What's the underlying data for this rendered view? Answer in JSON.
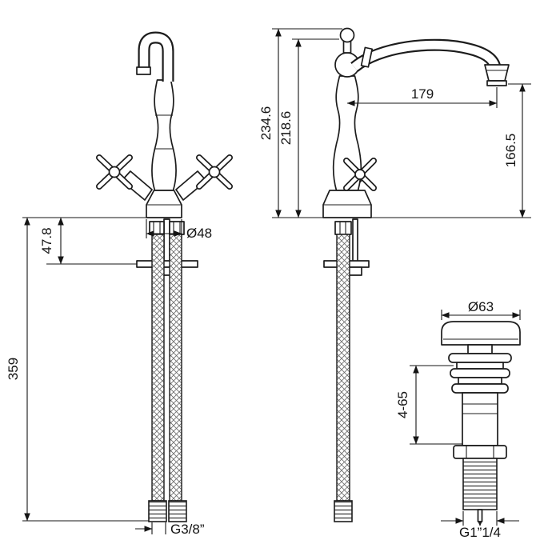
{
  "views": {
    "front": {
      "dim_height_upper": "47.8",
      "dim_height_total": "359",
      "dim_base_diameter": "Ø48",
      "dim_hose_thread": "G3/8”"
    },
    "side": {
      "dim_height_max": "234.6",
      "dim_height_spout": "218.6",
      "dim_spout_reach": "179",
      "dim_spout_height": "166.5"
    },
    "drain": {
      "dim_cap_diameter": "Ø63",
      "dim_clamp_range": "4-65",
      "dim_thread": "G1”1/4"
    },
    "colors": {
      "line": "#1c1c1c",
      "background": "#ffffff"
    }
  }
}
